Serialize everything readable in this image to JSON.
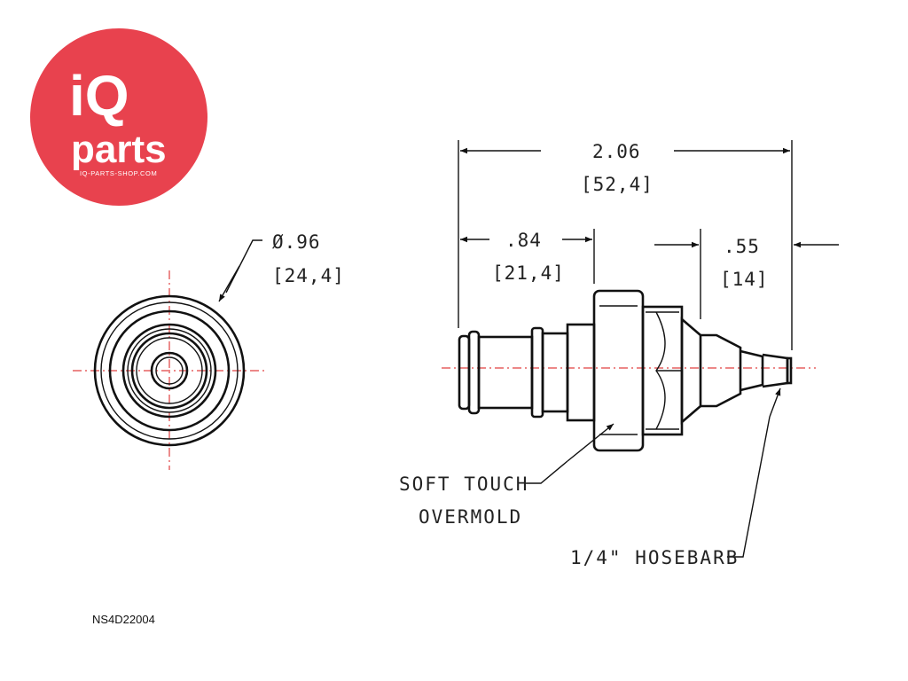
{
  "logo": {
    "line1": "iQ",
    "line2": "parts",
    "site": "IQ-PARTS-SHOP.COM",
    "color": "#e8424e"
  },
  "dimensions": {
    "diameter": {
      "inch": "Ø.96",
      "mm": "[24,4]"
    },
    "overall": {
      "inch": "2.06",
      "mm": "[52,4]"
    },
    "front": {
      "inch": ".84",
      "mm": "[21,4]"
    },
    "barb": {
      "inch": ".55",
      "mm": "[14]"
    }
  },
  "notes": {
    "overmold_line1": "SOFT TOUCH",
    "overmold_line2": "OVERMOLD",
    "hosebarb": "1/4\" HOSEBARB"
  },
  "part_number": "NS4D22004",
  "colors": {
    "centerline": "#e04040",
    "linework": "#111111"
  }
}
